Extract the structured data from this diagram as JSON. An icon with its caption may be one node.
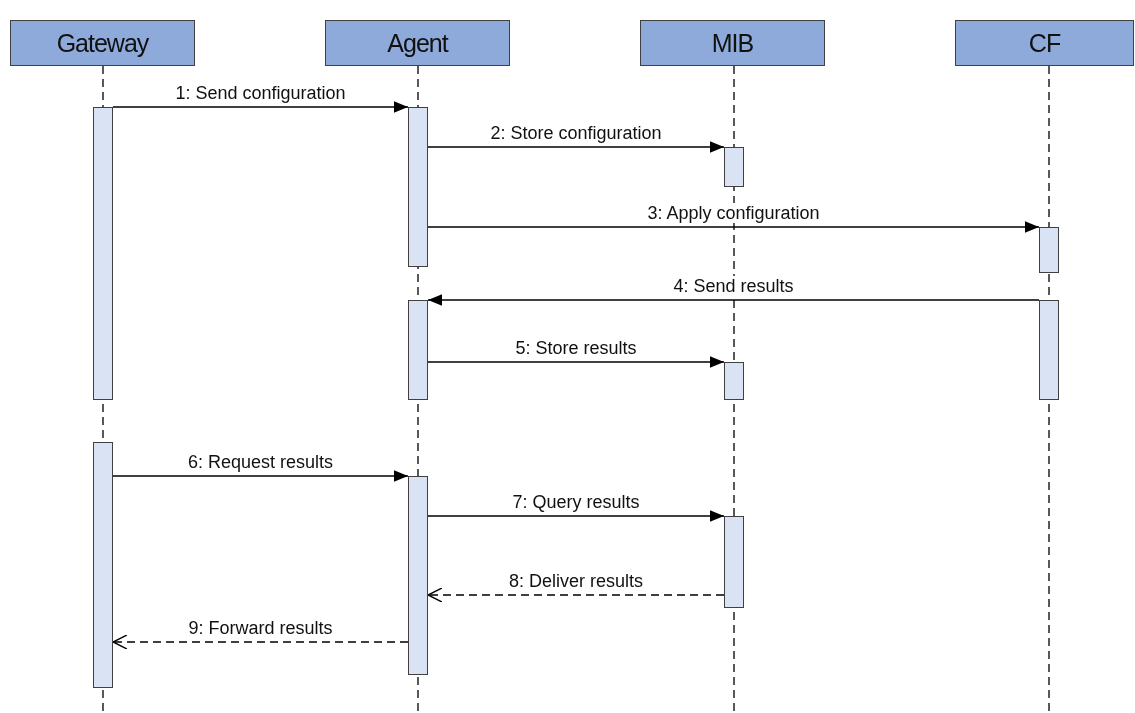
{
  "diagram": {
    "nodes": [
      {
        "text": [
          "Gateway"
        ]
      },
      {
        "text": [
          "Agent"
        ]
      },
      {
        "text": [
          "MIB"
        ]
      },
      {
        "text": [
          "CF"
        ]
      },
      {
        "text": [],
        "shape": "bar"
      },
      {
        "text": [],
        "shape": "bar"
      },
      {
        "text": [],
        "shape": "bar"
      },
      {
        "text": [],
        "shape": "bar"
      },
      {
        "text": [],
        "shape": "bar"
      },
      {
        "text": [],
        "shape": "bar"
      },
      {
        "text": [],
        "shape": "bar"
      },
      {
        "text": [],
        "shape": "bar"
      },
      {
        "text": [],
        "shape": "bar"
      },
      {
        "text": [],
        "shape": "bar"
      }
    ],
    "edges": [
      {
        "from": 4,
        "to": 6,
        "arrow": "to",
        "label": "1: Send configuration"
      },
      {
        "from": 6,
        "to": 9,
        "arrow": "to",
        "label": "2: Store configuration"
      },
      {
        "from": 6,
        "to": 12,
        "arrow": "to",
        "label": "3: Apply configuration"
      },
      {
        "from": 13,
        "to": 7,
        "arrow": "to",
        "label": "4: Send results"
      },
      {
        "from": 7,
        "to": 10,
        "arrow": "to",
        "label": "5: Store results"
      },
      {
        "from": 5,
        "to": 8,
        "arrow": "to",
        "label": "6: Request results"
      },
      {
        "from": 8,
        "to": 11,
        "arrow": "to",
        "label": "7: Query results"
      },
      {
        "from": 11,
        "to": 8,
        "arrow": "to",
        "label": "8: Deliver results",
        "style": "dashed"
      },
      {
        "from": 8,
        "to": 5,
        "arrow": "to",
        "label": "9: Forward results",
        "style": "dashed"
      }
    ]
  }
}
